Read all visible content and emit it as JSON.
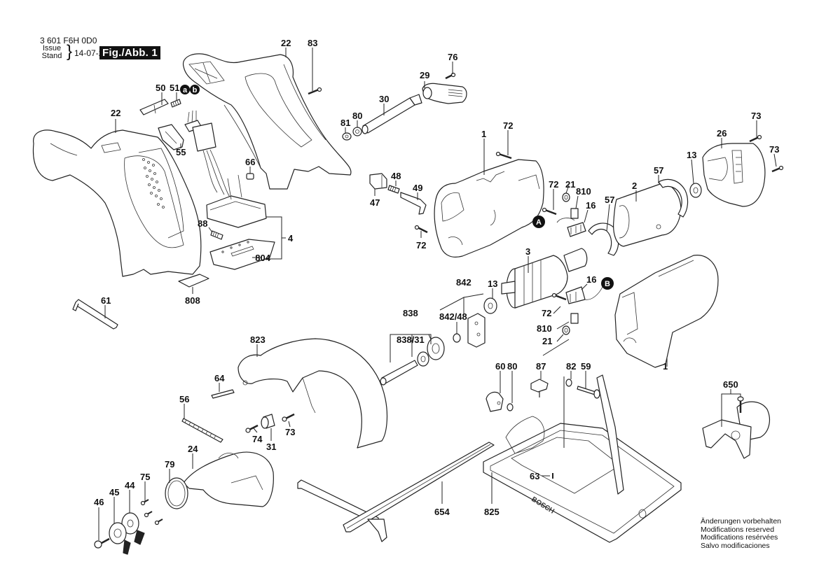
{
  "header": {
    "code": "3 601 F6H 0D0",
    "issue_label_1": "Issue",
    "issue_label_2": "Stand",
    "brace": "}",
    "date": "14-07-28",
    "figure": "Fig./Abb. 1"
  },
  "disclaimer": [
    "Änderungen vorbehalten",
    "Modifications reserved",
    "Modifications resérvées",
    "Salvo modificaciones"
  ],
  "markers": {
    "a": "a",
    "b": "b",
    "A": "A",
    "B": "B"
  },
  "brand_stamp": "BOSCH",
  "labels": {
    "p22_left": "22",
    "p22_top": "22",
    "p83": "83",
    "p76": "76",
    "p29": "29",
    "p30": "30",
    "p80_top": "80",
    "p81": "81",
    "p50": "50",
    "p51": "51",
    "p55": "55",
    "p66": "66",
    "p72_top": "72",
    "p1_top": "1",
    "p47": "47",
    "p48": "48",
    "p49": "49",
    "p72_mid": "72",
    "p72_motor": "72",
    "p21_top": "21",
    "p810_top": "810",
    "p16_top": "16",
    "p57_left": "57",
    "p57_right": "57",
    "p2": "2",
    "p13_right": "13",
    "p26": "26",
    "p73_a": "73",
    "p73_b": "73",
    "p88": "88",
    "p4": "4",
    "p804": "804",
    "p808": "808",
    "p61": "61",
    "p3": "3",
    "p842": "842",
    "p842_48": "842/48",
    "p838": "838",
    "p838_31": "838/31",
    "p13_mid": "13",
    "p16_mid": "16",
    "p72_low": "72",
    "p810_low": "810",
    "p21_low": "21",
    "p1_low": "1",
    "p823": "823",
    "p64": "64",
    "p56": "56",
    "p74": "74",
    "p31": "31",
    "p73_low": "73",
    "p24": "24",
    "p79": "79",
    "p75": "75",
    "p44": "44",
    "p45": "45",
    "p46": "46",
    "p60": "60",
    "p80_low": "80",
    "p87": "87",
    "p82": "82",
    "p59": "59",
    "p650": "650",
    "p654": "654",
    "p825": "825",
    "p63": "63"
  }
}
